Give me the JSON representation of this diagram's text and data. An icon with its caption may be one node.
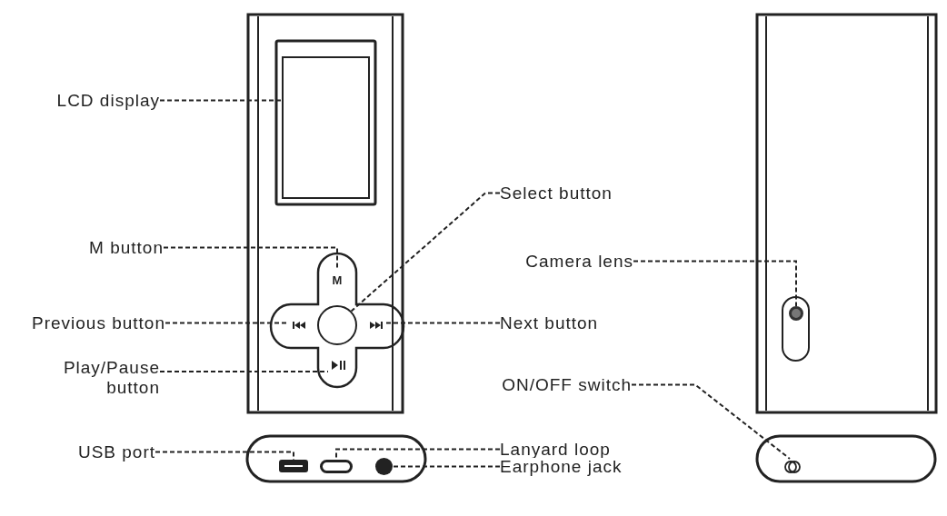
{
  "diagram": {
    "nodes": [
      {
        "text": [
          "LCD display"
        ]
      },
      {
        "text": [],
        "shape": "box"
      },
      {
        "text": [
          "M button"
        ]
      },
      {
        "text": [
          "M"
        ]
      },
      {
        "text": [
          "Select button"
        ]
      },
      {
        "text": [],
        "shape": "circle"
      },
      {
        "text": [
          "Previous button"
        ]
      },
      {
        "text": [],
        "shape": "box"
      },
      {
        "text": [
          "Next button"
        ]
      },
      {
        "text": [],
        "shape": "box"
      },
      {
        "text": [
          "Play/Pause button"
        ]
      },
      {
        "text": [],
        "shape": "box"
      },
      {
        "text": [
          "Camera lens"
        ]
      },
      {
        "text": [],
        "shape": "circle"
      },
      {
        "text": [
          "ON/OFF switch"
        ]
      },
      {
        "text": [],
        "shape": "circle"
      },
      {
        "text": [
          "USB port"
        ]
      },
      {
        "text": [],
        "shape": "box"
      },
      {
        "text": [
          "Lanyard loop"
        ]
      },
      {
        "text": [],
        "shape": "box"
      },
      {
        "text": [
          "Earphone jack"
        ]
      },
      {
        "text": [],
        "shape": "circle"
      }
    ],
    "edges": [
      {
        "from": 0,
        "to": 1,
        "arrow": "none",
        "style": "dashed"
      },
      {
        "from": 2,
        "to": 3,
        "arrow": "none",
        "style": "dashed"
      },
      {
        "from": 4,
        "to": 5,
        "arrow": "none",
        "style": "dashed"
      },
      {
        "from": 6,
        "to": 7,
        "arrow": "none",
        "style": "dashed"
      },
      {
        "from": 8,
        "to": 9,
        "arrow": "none",
        "style": "dashed"
      },
      {
        "from": 10,
        "to": 11,
        "arrow": "none",
        "style": "dashed"
      },
      {
        "from": 12,
        "to": 13,
        "arrow": "none",
        "style": "dashed"
      },
      {
        "from": 14,
        "to": 15,
        "arrow": "none",
        "style": "dashed"
      },
      {
        "from": 16,
        "to": 17,
        "arrow": "none",
        "style": "dashed"
      },
      {
        "from": 18,
        "to": 19,
        "arrow": "none",
        "style": "dashed"
      },
      {
        "from": 20,
        "to": 21,
        "arrow": "none",
        "style": "dashed"
      }
    ]
  }
}
